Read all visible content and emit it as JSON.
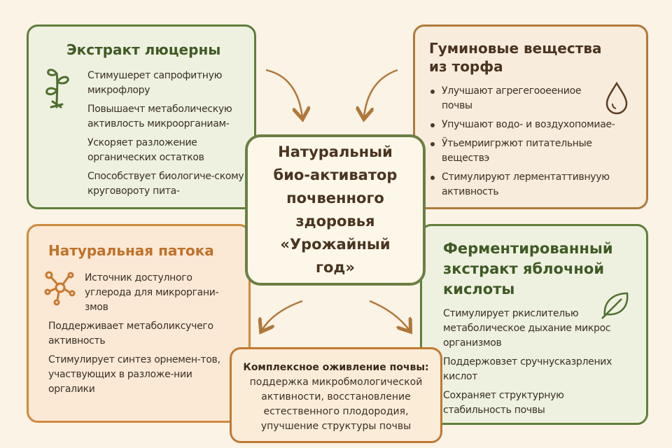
{
  "center": {
    "title": "Натуральный био-активатор почвенного здоровья «Урожайный год»"
  },
  "alfalfa": {
    "title": "Экстракт люцерны",
    "icon": "sprout-icon",
    "items": [
      "Стимушерет сапрофитную микрофлору",
      "Повышаечт метаболическую активлость микроорганиам-",
      "Ускоряет разложение органических остатков",
      "Способствует биологиче-скому круговороту пита-"
    ]
  },
  "humic": {
    "title": "Гуминовые вещества из торфа",
    "icon": "water-drop-icon",
    "items": [
      "Улучшают агрегегооеениое почвы",
      "Упучшают водо- и воздухопомиае-",
      "Ўтьемриигржют питательные веществэ",
      "Стимулируют лерментаттивнуую активность"
    ]
  },
  "molasses": {
    "title": "Натуральная патока",
    "icon": "molecule-icon",
    "items": [
      "Источник достулного углерода для микроргани-змов",
      "Поддерживает метаболиксучего активность",
      "Стимулирует синтез орнемен-тов, участвующих в разложе-нии оргалики"
    ]
  },
  "apple": {
    "title": "Ферментированный зкстракт яблочной кислоты",
    "icon": "leaf-icon",
    "items": [
      "Стимулирует ркислителью метаболическое дыхание микрос организмов",
      "Поддержовзет сручнусказрлених кислот",
      "Сохраняет структурную стабильность почвы"
    ]
  },
  "summary": {
    "title": "Комплексное оживление почвы:",
    "body": "поддержка микробмологической активности, восстановление естественного плодородия, упучшение структуры почвы"
  },
  "colors": {
    "green": "#5f7f3a",
    "brown": "#b07a3c",
    "orange": "#cf8a3e",
    "bg": "#faf3e6"
  }
}
